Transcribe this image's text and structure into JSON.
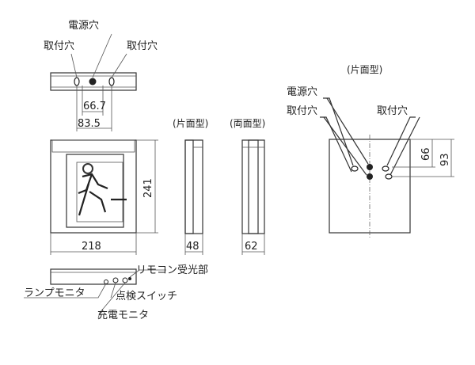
{
  "labels": {
    "power_hole": "電源穴",
    "mount_hole": "取付穴",
    "single_sided": "(片面型)",
    "double_sided": "(両面型)",
    "remote_receiver": "リモコン受光部",
    "lamp_monitor": "ランプモニタ",
    "check_switch": "点検スイッチ",
    "charge_monitor": "充電モニタ"
  },
  "dimensions": {
    "d66_7": "66.7",
    "d83_5": "83.5",
    "width": "218",
    "height": "241",
    "depth_single": "48",
    "depth_double": "62",
    "d66": "66",
    "d93": "93"
  }
}
